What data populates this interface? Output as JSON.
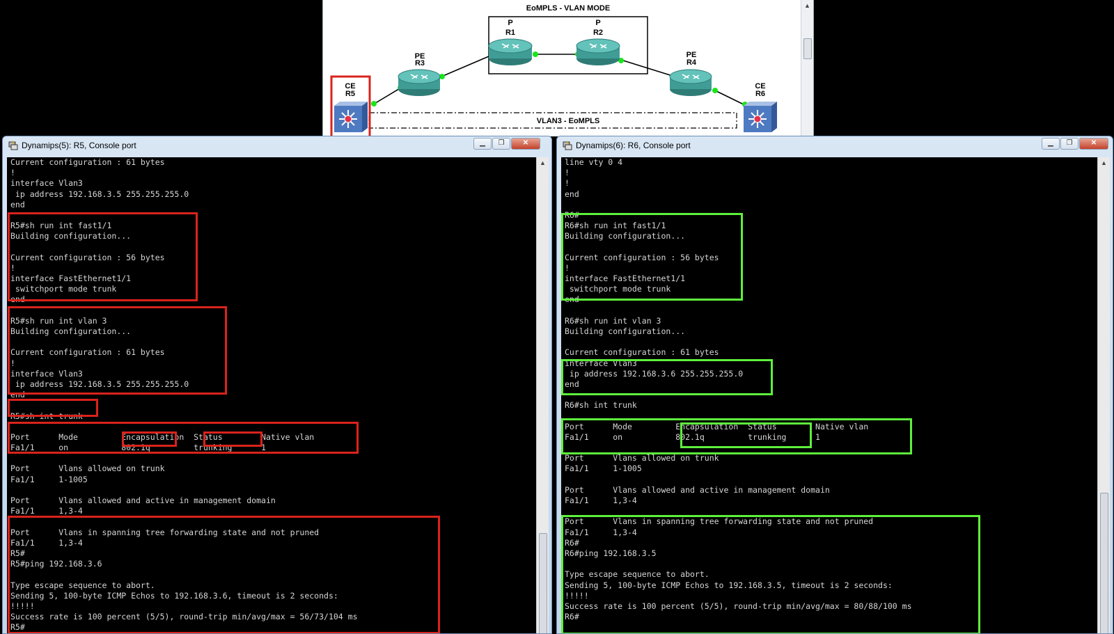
{
  "topology": {
    "title": "EoMPLS - VLAN MODE",
    "link_label": "VLAN3 - EoMPLS",
    "nodes": [
      {
        "role": "CE",
        "name": "R5",
        "type": "switch"
      },
      {
        "role": "PE",
        "name": "R3",
        "type": "router"
      },
      {
        "role": "P",
        "name": "R1",
        "type": "router"
      },
      {
        "role": "P",
        "name": "R2",
        "type": "router"
      },
      {
        "role": "PE",
        "name": "R4",
        "type": "router"
      },
      {
        "role": "CE",
        "name": "R6",
        "type": "switch"
      }
    ],
    "colors": {
      "router": "#3f9d96",
      "switch": "#4e7ac2",
      "link_endpoint": "#19e619",
      "highlight": "#d9231c"
    }
  },
  "windows": {
    "r5": {
      "title": "Dynamips(5): R5, Console port",
      "lines": [
        "Current configuration : 61 bytes",
        "!",
        "interface Vlan3",
        " ip address 192.168.3.5 255.255.255.0",
        "end",
        "",
        "R5#sh run int fast1/1",
        "Building configuration...",
        "",
        "Current configuration : 56 bytes",
        "!",
        "interface FastEthernet1/1",
        " switchport mode trunk",
        "end",
        "",
        "R5#sh run int vlan 3",
        "Building configuration...",
        "",
        "Current configuration : 61 bytes",
        "!",
        "interface Vlan3",
        " ip address 192.168.3.5 255.255.255.0",
        "end",
        "",
        "R5#sh int trunk",
        "",
        "Port      Mode         Encapsulation  Status        Native vlan",
        "Fa1/1     on           802.1q         trunking      1",
        "",
        "Port      Vlans allowed on trunk",
        "Fa1/1     1-1005",
        "",
        "Port      Vlans allowed and active in management domain",
        "Fa1/1     1,3-4",
        "",
        "Port      Vlans in spanning tree forwarding state and not pruned",
        "Fa1/1     1,3-4",
        "R5#",
        "R5#ping 192.168.3.6",
        "",
        "Type escape sequence to abort.",
        "Sending 5, 100-byte ICMP Echos to 192.168.3.6, timeout is 2 seconds:",
        "!!!!!",
        "Success rate is 100 percent (5/5), round-trip min/avg/max = 56/73/104 ms",
        "R5#"
      ]
    },
    "r6": {
      "title": "Dynamips(6): R6, Console port",
      "lines": [
        "line vty 0 4",
        "!",
        "!",
        "end",
        "",
        "R6#",
        "R6#sh run int fast1/1",
        "Building configuration...",
        "",
        "Current configuration : 56 bytes",
        "!",
        "interface FastEthernet1/1",
        " switchport mode trunk",
        "end",
        "",
        "R6#sh run int vlan 3",
        "Building configuration...",
        "",
        "Current configuration : 61 bytes",
        "interface Vlan3",
        " ip address 192.168.3.6 255.255.255.0",
        "end",
        "",
        "R6#sh int trunk",
        "",
        "Port      Mode         Encapsulation  Status        Native vlan",
        "Fa1/1     on           802.1q         trunking      1",
        "",
        "Port      Vlans allowed on trunk",
        "Fa1/1     1-1005",
        "",
        "Port      Vlans allowed and active in management domain",
        "Fa1/1     1,3-4",
        "",
        "Port      Vlans in spanning tree forwarding state and not pruned",
        "Fa1/1     1,3-4",
        "R6#",
        "R6#ping 192.168.3.5",
        "",
        "Type escape sequence to abort.",
        "Sending 5, 100-byte ICMP Echos to 192.168.3.5, timeout is 2 seconds:",
        "!!!!!",
        "Success rate is 100 percent (5/5), round-trip min/avg/max = 80/88/100 ms",
        "R6#"
      ]
    }
  }
}
